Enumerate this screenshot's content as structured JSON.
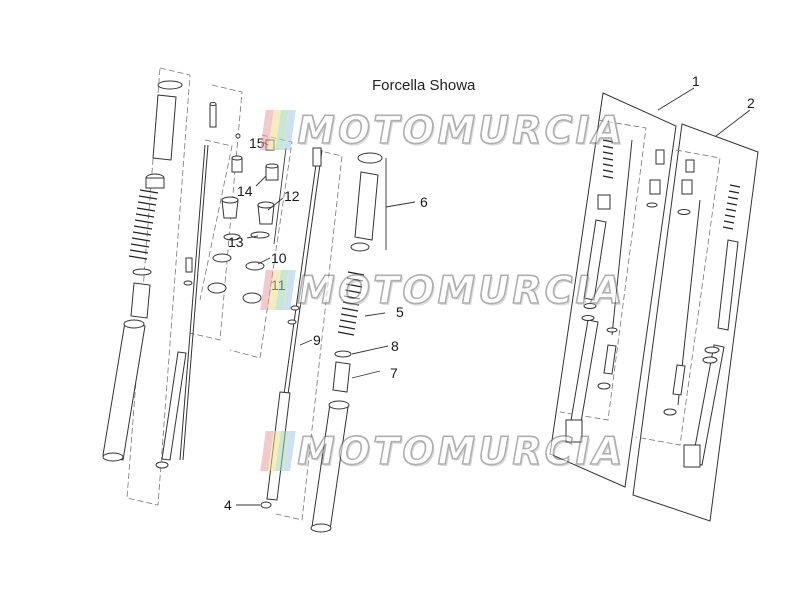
{
  "diagram": {
    "title": "Forcella Showa",
    "callouts": [
      "1",
      "2",
      "4",
      "5",
      "6",
      "7",
      "8",
      "9",
      "10",
      "11",
      "12",
      "13",
      "14",
      "15"
    ]
  },
  "watermark": {
    "text": "MOTOMURCIA",
    "flag_colors": [
      "#e8a0a0",
      "#f0e08a",
      "#9fd4b0",
      "#a8c8e6"
    ]
  },
  "colors": {
    "line": "#333333",
    "dash": "#666666",
    "fill": "#ffffff"
  }
}
